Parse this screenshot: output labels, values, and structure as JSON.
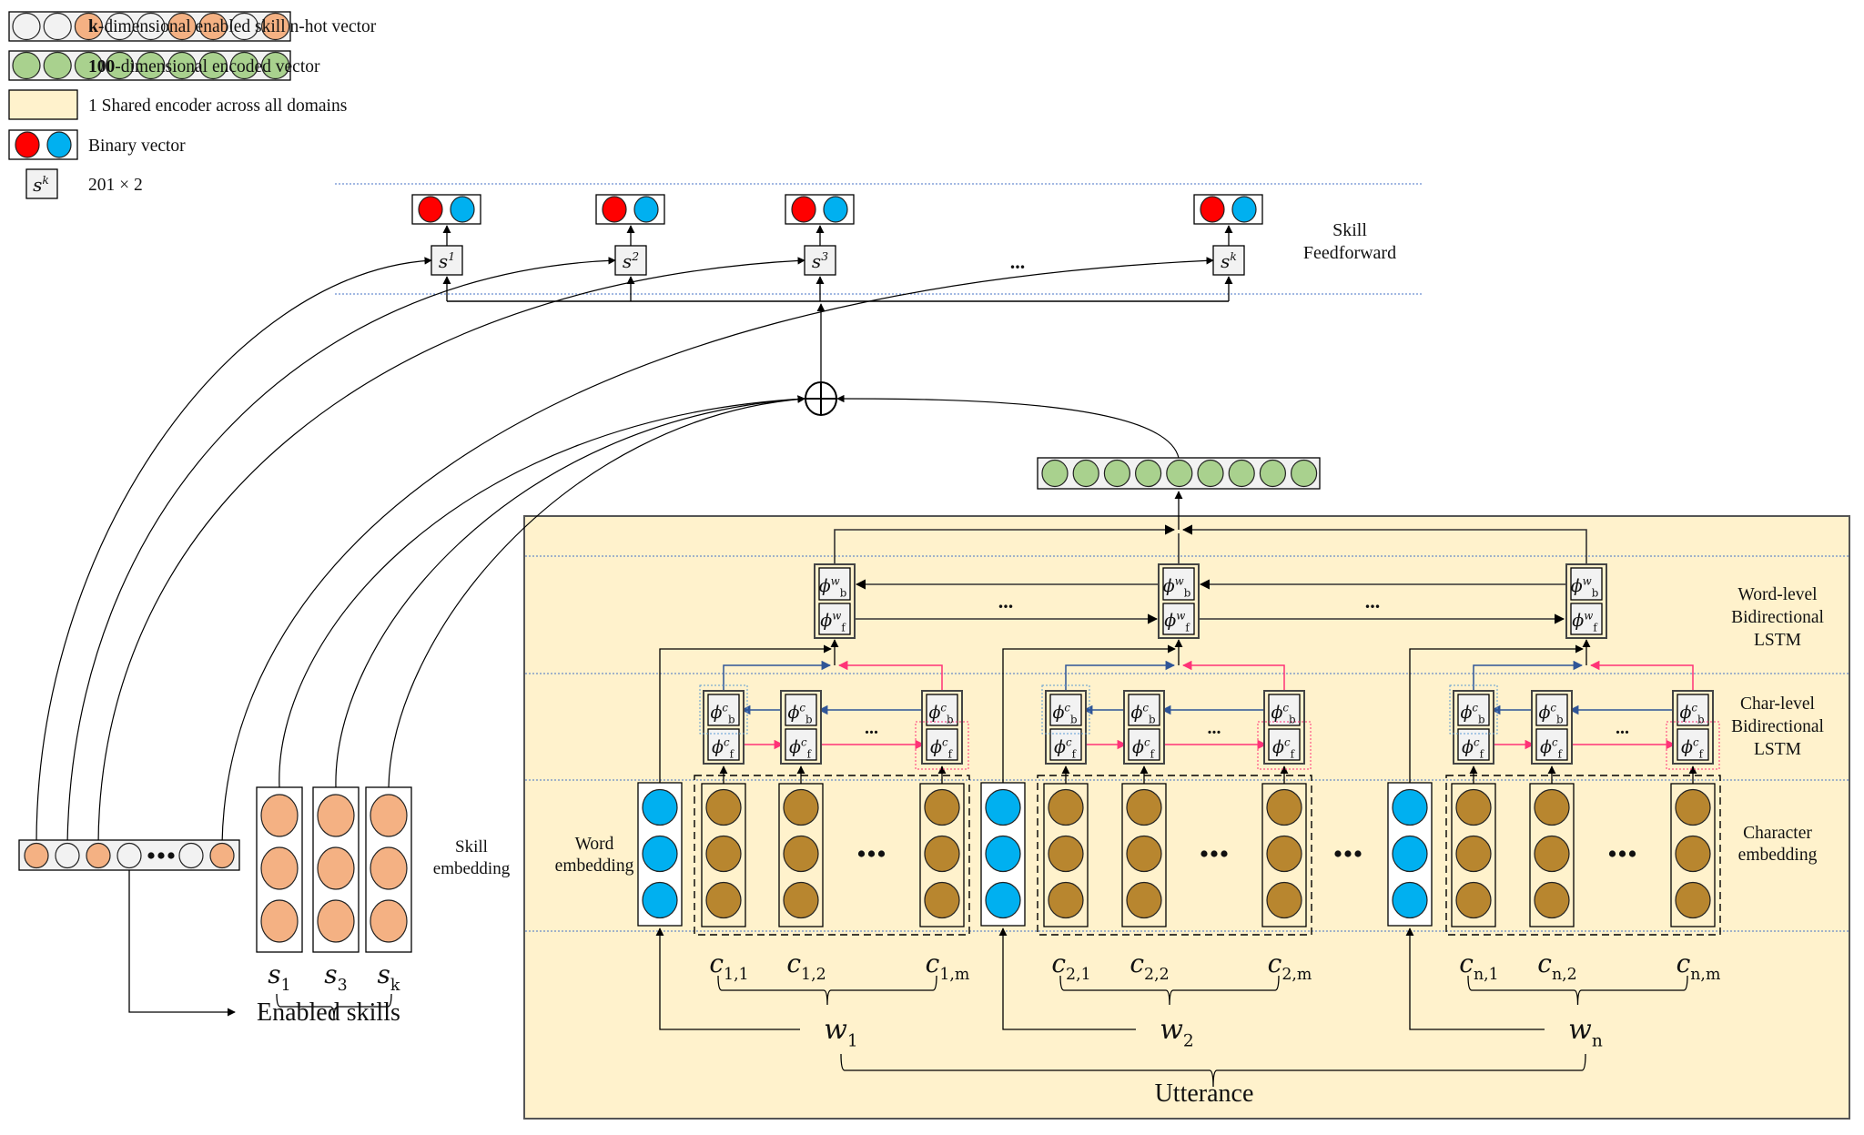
{
  "legend": {
    "items": [
      {
        "key": "nhot",
        "prefix_bold": "k",
        "text": "-dimensional enabled skill n-hot vector",
        "pattern": [
          0,
          0,
          1,
          0,
          0,
          1,
          1,
          0,
          1
        ]
      },
      {
        "key": "encoded",
        "prefix_bold": "100",
        "text": "-dimensional encoded vector"
      },
      {
        "key": "shared",
        "prefix_bold": "",
        "text": "1 Shared encoder across all domains"
      },
      {
        "key": "binary",
        "prefix_bold": "",
        "text": "Binary vector"
      },
      {
        "key": "sk",
        "prefix_bold": "",
        "text": "201 × 2",
        "symbol": "s",
        "symbol_sup": "k"
      }
    ]
  },
  "colors": {
    "skill_on": "#f4b183",
    "skill_off": "#f2f2f2",
    "encoded": "#a9d18e",
    "shared_bg": "#fff2cc",
    "binary_a": "#ff0000",
    "binary_b": "#00b0f0",
    "char_emb": "#b8862f",
    "word_emb": "#00b0f0",
    "cell_bg": "#f2f2f2",
    "backward": "#2f5597",
    "forward": "#ff3377",
    "divider": "#4472c4"
  },
  "skill_feedforward": {
    "label_line1": "Skill",
    "label_line2": "Feedforward",
    "units": [
      {
        "symbol": "s",
        "sup": "1"
      },
      {
        "symbol": "s",
        "sup": "2"
      },
      {
        "symbol": "s",
        "sup": "3"
      },
      {
        "symbol": "s",
        "sup": "k"
      }
    ],
    "ellipsis": "..."
  },
  "combine": {
    "operator": "⊕",
    "name": "concatenation"
  },
  "skill_vector": {
    "pattern": [
      1,
      0,
      1,
      0,
      "...",
      0,
      1
    ],
    "ellipsis": "..."
  },
  "skill_embedding": {
    "label_line1": "Skill",
    "label_line2": "embedding",
    "columns": [
      {
        "symbol": "s",
        "sub": "1"
      },
      {
        "symbol": "s",
        "sub": "3"
      },
      {
        "symbol": "s",
        "sub": "k"
      }
    ],
    "caption": "Enabled skills"
  },
  "encoder": {
    "word_lstm_label": [
      "Word-level",
      "Bidirectional",
      "LSTM"
    ],
    "char_lstm_label": [
      "Char-level",
      "Bidirectional",
      "LSTM"
    ],
    "char_emb_label": [
      "Character",
      "embedding"
    ],
    "word_emb_label": [
      "Word",
      "embedding"
    ],
    "word_cell": {
      "phi": "ϕ",
      "back_sub": "b",
      "fwd_sub": "f",
      "sup": "w"
    },
    "char_cell": {
      "phi": "ϕ",
      "back_sub": "b",
      "fwd_sub": "f",
      "sup": "c"
    },
    "ellipsis": "...",
    "big_ellipsis": "•••",
    "words": [
      {
        "symbol": "w",
        "sub": "1",
        "chars": [
          {
            "sub": "1,1"
          },
          {
            "sub": "1,2"
          },
          {
            "sub": "1,m"
          }
        ]
      },
      {
        "symbol": "w",
        "sub": "2",
        "chars": [
          {
            "sub": "2,1"
          },
          {
            "sub": "2,2"
          },
          {
            "sub": "2,m"
          }
        ]
      },
      {
        "symbol": "w",
        "sub": "n",
        "chars": [
          {
            "sub": "n,1"
          },
          {
            "sub": "n,2"
          },
          {
            "sub": "n,m"
          }
        ]
      }
    ],
    "char_symbol": "c",
    "utterance_label": "Utterance"
  }
}
